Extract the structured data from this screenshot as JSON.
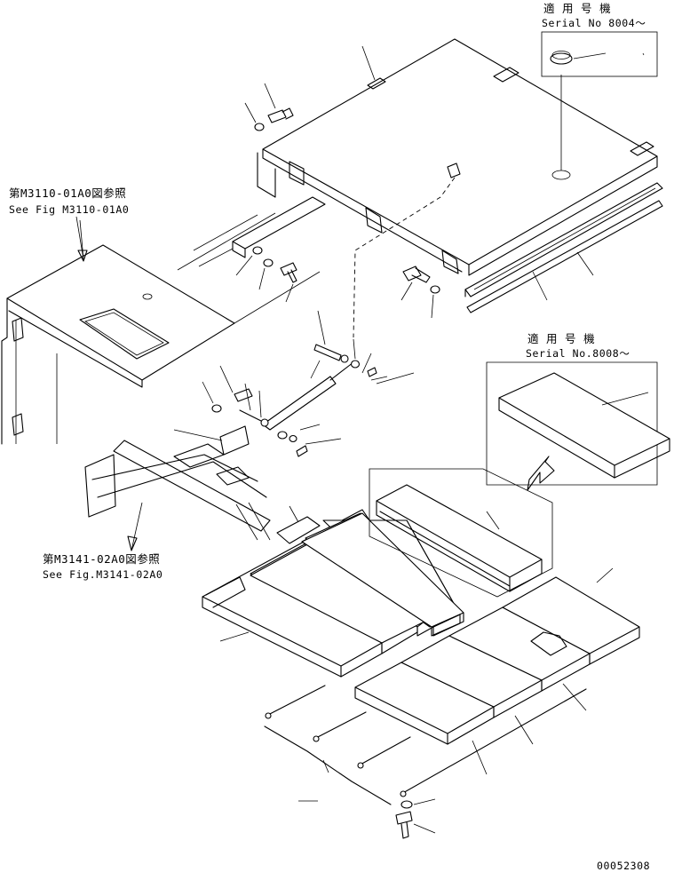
{
  "labels": {
    "top_right_line1": "適 用 号 機",
    "top_right_line2": "Serial No 8004～",
    "left_ref_line1": "第M3110-01A0図参照",
    "left_ref_line2": "See Fig M3110-01A0",
    "mid_right_line1": "適 用 号 機",
    "mid_right_line2": "Serial No.8008～",
    "bottom_ref_line1": "第M3141-02A0図参照",
    "bottom_ref_line2": "See Fig.M3141-02A0",
    "drawing_number": "00052308"
  }
}
